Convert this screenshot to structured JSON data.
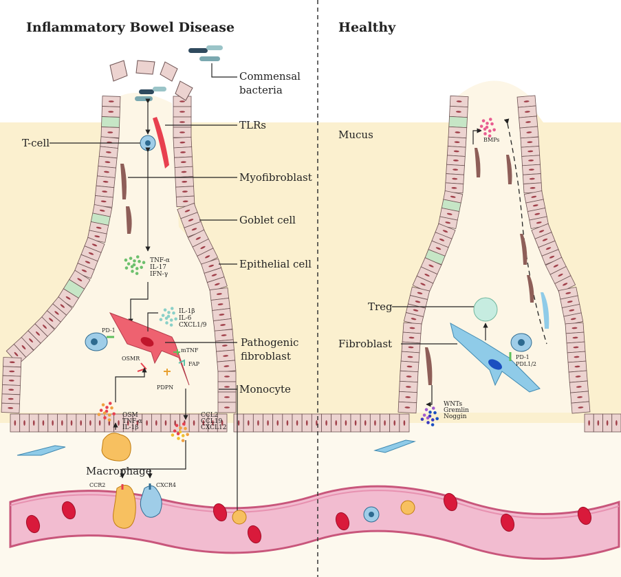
{
  "panels": {
    "left_title": "Inflammatory Bowel Disease",
    "right_title": "Healthy"
  },
  "labels": {
    "commensal_1": "Commensal",
    "commensal_2": "bacteria",
    "tlrs": "TLRs",
    "tcell": "T-cell",
    "myofibroblast": "Myofibroblast",
    "goblet": "Goblet cell",
    "epithelial": "Epithelial cell",
    "pathogenic_1": "Pathogenic",
    "pathogenic_2": "fibroblast",
    "monocyte": "Monocyte",
    "macrophage": "Macrophage",
    "mucus": "Mucus",
    "treg": "Treg",
    "fibroblast": "Fibroblast"
  },
  "small_labels": {
    "tcell_cyto": [
      "TNF-α",
      "IL-17",
      "IFN-γ"
    ],
    "fib_cyto": [
      "IL-1β",
      "IL-6",
      "CXCL1/9"
    ],
    "pd1": "PD-1",
    "osmr": "OSMR",
    "mtnf": "mTNF",
    "fap": "FAP",
    "pdpn": "PDPN",
    "mac_cyto": [
      "OSM",
      "TNF-α",
      "IL-1β"
    ],
    "chemokines": [
      "CCL2",
      "CCL19",
      "CXCL12"
    ],
    "ccr2": "CCR2",
    "cxcr4": "CXCR4",
    "bmps": "BMPs",
    "pd1_r": "PD-1",
    "pdl": "PDL1/2",
    "wnt": [
      "WNTs",
      "Gremlin",
      "Noggin"
    ]
  },
  "colors": {
    "mucus": "#fbf0cf",
    "epithelium": "#ecd3d0",
    "goblet": "#c6e6c6",
    "vessel": "#f2bcd0",
    "rbc": "#d91a3b",
    "pathogenic": "#ee6270",
    "fibroblast": "#8fcbe8",
    "myofibroblast": "#8e5e58"
  }
}
